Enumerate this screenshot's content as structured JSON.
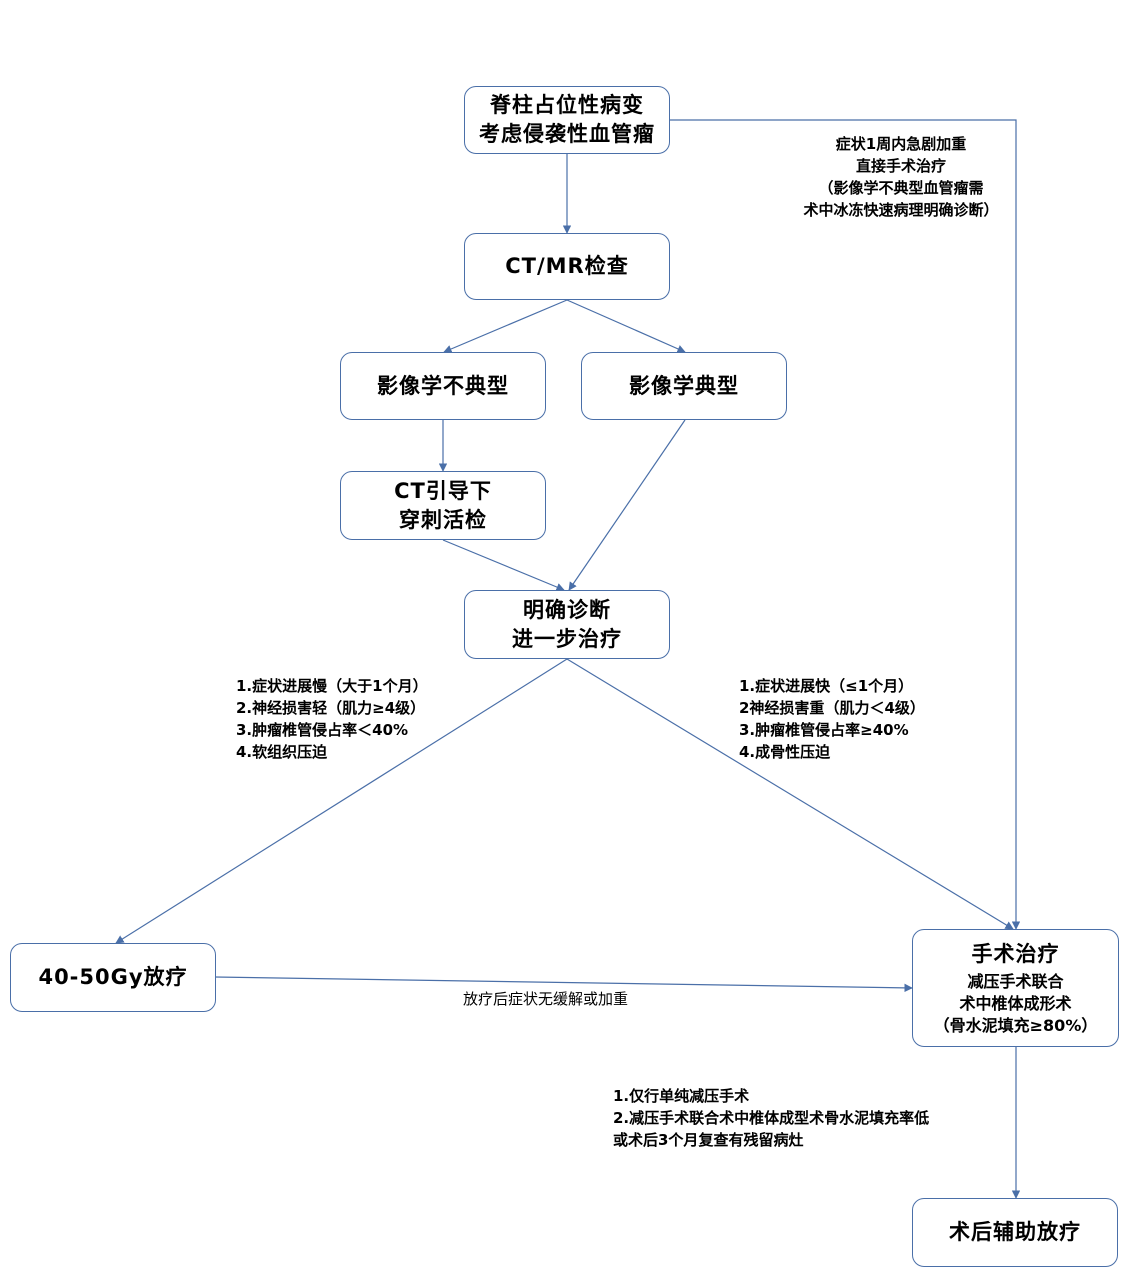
{
  "colors": {
    "line": "#4a6fa8",
    "border": "#4a6fa8",
    "text": "#000000",
    "background": "#ffffff"
  },
  "nodes": {
    "start": {
      "lines": [
        "脊柱占位性病变",
        "考虑侵袭性血管瘤"
      ]
    },
    "ct_mr": {
      "lines": [
        "CT/MR检查"
      ]
    },
    "atypical": {
      "lines": [
        "影像学不典型"
      ]
    },
    "typical": {
      "lines": [
        "影像学典型"
      ]
    },
    "biopsy": {
      "lines": [
        "CT引导下",
        "穿刺活检"
      ]
    },
    "diagnosis": {
      "lines": [
        "明确诊断",
        "进一步治疗"
      ]
    },
    "radiotherapy": {
      "lines": [
        "40-50Gy放疗"
      ]
    },
    "surgery": {
      "title": "手术治疗",
      "lines": [
        "减压手术联合",
        "术中椎体成形术",
        "（骨水泥填充≥80%）"
      ]
    },
    "adjuvant": {
      "lines": [
        "术后辅助放疗"
      ]
    }
  },
  "edge_labels": {
    "urgent": [
      "症状1周内急剧加重",
      "直接手术治疗",
      "（影像学不典型血管瘤需",
      "术中冰冻快速病理明确诊断）"
    ],
    "slow": [
      "1.症状进展慢（大于1个月）",
      "2.神经损害轻（肌力≥4级）",
      "3.肿瘤椎管侵占率＜40%",
      "4.软组织压迫"
    ],
    "fast": [
      "1.症状进展快（≤1个月）",
      "2神经损害重（肌力＜4级）",
      "3.肿瘤椎管侵占率≥40%",
      "4.成骨性压迫"
    ],
    "no_relief": [
      "放疗后症状无缓解或加重"
    ],
    "postop": [
      "1.仅行单纯减压手术",
      "2.减压手术联合术中椎体成型术骨水泥填充率低",
      "或术后3个月复查有残留病灶"
    ]
  }
}
